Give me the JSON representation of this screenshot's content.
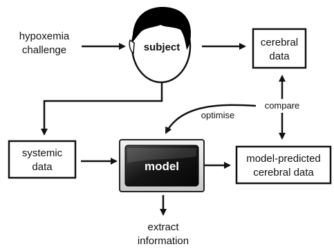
{
  "nodes": {
    "hypoxemia": [
      "hypoxemia",
      "challenge"
    ],
    "subject": "subject",
    "cerebral": [
      "cerebral",
      "data"
    ],
    "systemic": [
      "systemic",
      "data"
    ],
    "model": "model",
    "predicted": [
      "model-predicted",
      "cerebral data"
    ],
    "extract": [
      "extract",
      "information"
    ]
  },
  "edges": {
    "compare": "compare",
    "optimise": "optimise"
  }
}
